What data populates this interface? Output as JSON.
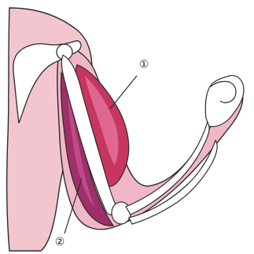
{
  "diagram": {
    "labels": [
      {
        "id": "muscle-1",
        "text": "①"
      },
      {
        "id": "muscle-2",
        "text": "②"
      }
    ],
    "colors": {
      "skin": "#f3c6cf",
      "outline": "#2b2b2b",
      "bone": "#ffffff",
      "biceps": "#c6365f",
      "biceps_highlight": "#e57aa0",
      "triceps": "#9f2f68",
      "triceps_highlight": "#d05b95"
    }
  }
}
